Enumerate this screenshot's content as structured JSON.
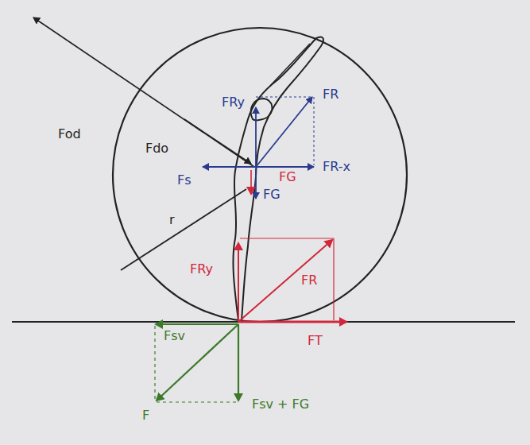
{
  "diagram": {
    "labels": [
      "Fod",
      "Fdo",
      "FRy",
      "FR",
      "Fs",
      "FR-x",
      "FG",
      "FG",
      "r",
      "FRy",
      "FR",
      "Fsv",
      "FT",
      "F",
      "Fsv + FG"
    ]
  }
}
